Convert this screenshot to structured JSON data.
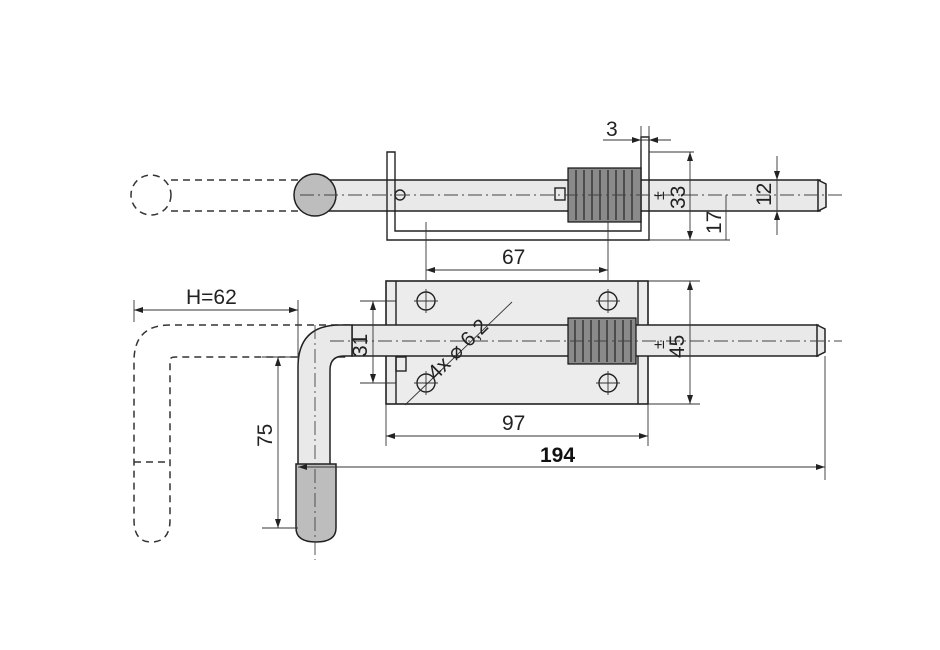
{
  "dimensions": {
    "top_gap": "3",
    "top_tolerance": "±",
    "top_height": "33",
    "top_pin_diameter": "12",
    "top_offset": "17",
    "hole_spacing": "67",
    "handle_reach": "H=62",
    "hole_callout": "4x ⌀ 6,2",
    "hole_vertical": "31",
    "plate_tolerance": "±",
    "plate_height": "45",
    "handle_height": "75",
    "plate_length": "97",
    "overall_length": "194"
  }
}
